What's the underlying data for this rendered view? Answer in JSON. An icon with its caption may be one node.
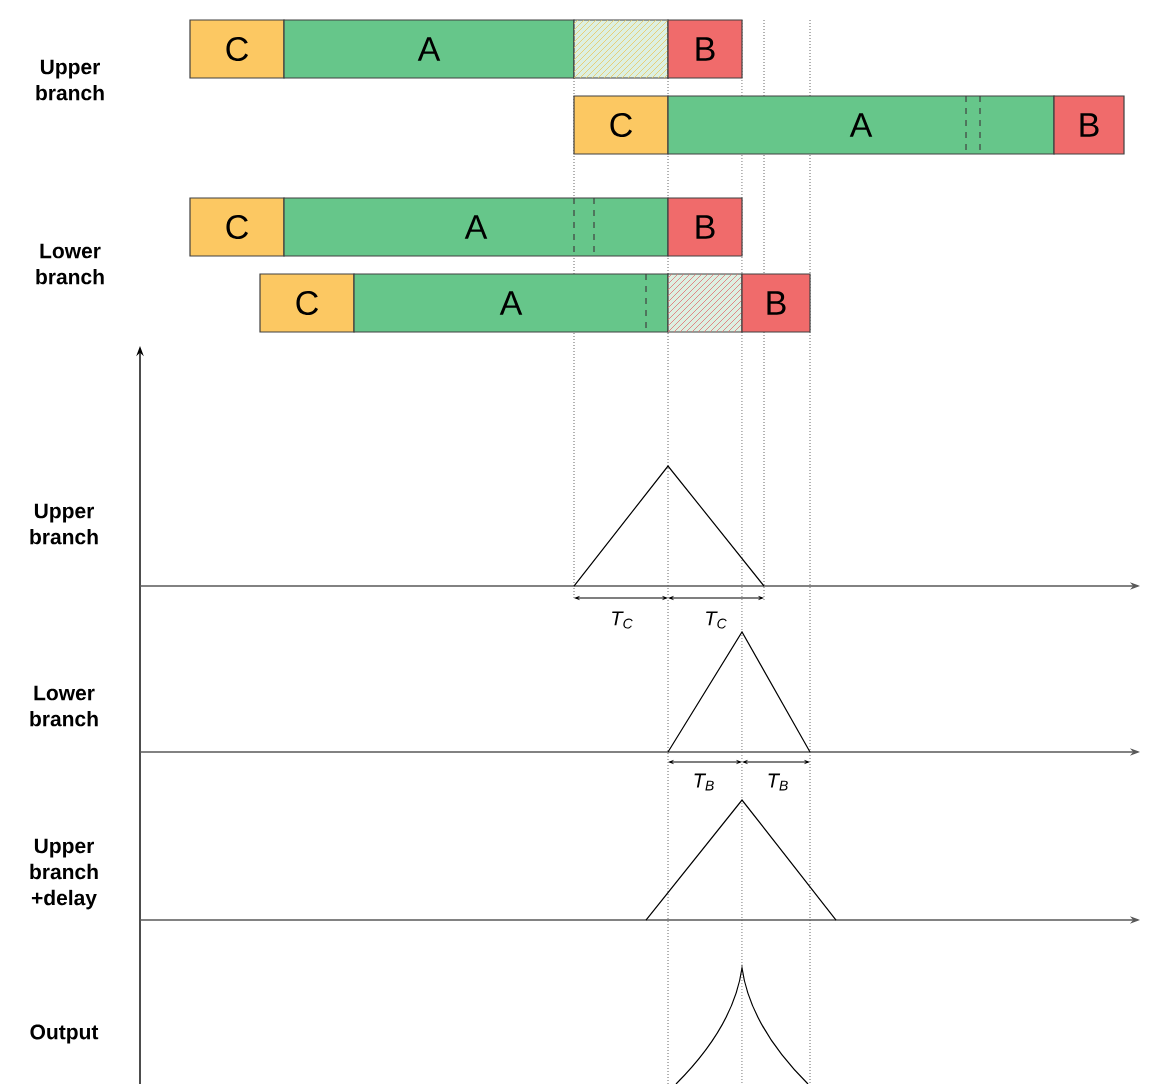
{
  "diagram": {
    "nodes": [
      {
        "text": [
          "C"
        ]
      },
      {
        "text": [
          "A"
        ]
      },
      {
        "text": [],
        "shape": "box"
      },
      {
        "text": [
          "B"
        ]
      },
      {
        "text": [
          "C"
        ]
      },
      {
        "text": [
          "A"
        ]
      },
      {
        "text": [
          "B"
        ]
      },
      {
        "text": [
          "C"
        ]
      },
      {
        "text": [
          "A"
        ]
      },
      {
        "text": [
          "B"
        ]
      },
      {
        "text": [
          "C"
        ]
      },
      {
        "text": [
          "A"
        ]
      },
      {
        "text": [],
        "shape": "box"
      },
      {
        "text": [
          "B"
        ]
      }
    ],
    "labels": [
      "Upper branch",
      "Lower branch",
      "Upper branch",
      "T$_{C}$",
      "T$_{C}$",
      "Lower branch",
      "T$_{B}$",
      "T$_{B}$",
      "Upper branch +delay",
      "Output"
    ]
  }
}
